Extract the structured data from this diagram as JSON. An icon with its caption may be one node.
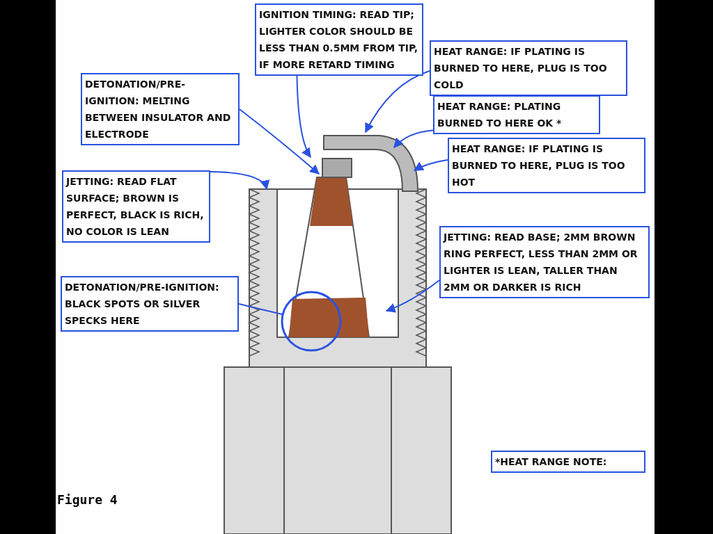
{
  "diagram": {
    "nodes": [
      {
        "text": [
          "IGNITION TIMING: READ TIP; LIGHTER COLOR SHOULD BE LESS THAN 0.5MM FROM TIP, IF MORE RETARD TIMING"
        ]
      },
      {
        "text": [
          "HEAT RANGE: IF PLATING IS BURNED TO HERE, PLUG IS TOO COLD"
        ]
      },
      {
        "text": [
          "DETONATION/PRE-IGNITION: MELTING BETWEEN INSULATOR AND ELECTRODE"
        ]
      },
      {
        "text": [
          "HEAT RANGE: PLATING BURNED TO HERE OK *"
        ]
      },
      {
        "text": [
          "HEAT RANGE: IF PLATING IS BURNED TO HERE, PLUG IS TOO HOT"
        ]
      },
      {
        "text": [
          "JETTING: READ FLAT SURFACE; BROWN IS PERFECT, BLACK IS RICH, NO COLOR IS LEAN"
        ]
      },
      {
        "text": [
          "JETTING: READ BASE; 2MM BROWN RING PERFECT, LESS THAN 2MM OR LIGHTER IS LEAN, TALLER THAN 2MM OR DARKER IS RICH"
        ]
      },
      {
        "text": [
          "DETONATION/PRE-IGNITION: BLACK SPOTS OR SILVER SPECKS HERE"
        ]
      },
      {
        "text": [],
        "shape": "circle"
      },
      {
        "text": [
          "*HEAT RANGE NOTE:"
        ]
      }
    ],
    "edges": [
      {
        "from": 0,
        "to": null,
        "arrow": "to"
      },
      {
        "from": 1,
        "to": null,
        "arrow": "to"
      },
      {
        "from": 2,
        "to": null,
        "arrow": "to"
      },
      {
        "from": 3,
        "to": null,
        "arrow": "to"
      },
      {
        "from": 4,
        "to": null,
        "arrow": "to"
      },
      {
        "from": 5,
        "to": null,
        "arrow": "to"
      },
      {
        "from": 6,
        "to": null,
        "arrow": "to"
      },
      {
        "from": 7,
        "to": 8,
        "arrow": "none"
      }
    ],
    "labels": [
      "Figure 4"
    ]
  }
}
